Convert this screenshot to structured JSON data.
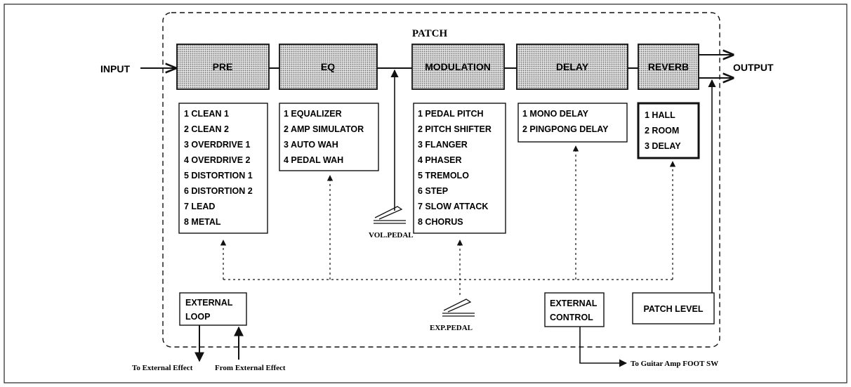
{
  "title": "PATCH",
  "input_label": "INPUT",
  "output_label": "OUTPUT",
  "blocks": {
    "pre": "PRE",
    "eq": "EQ",
    "modulation": "MODULATION",
    "delay": "DELAY",
    "reverb": "REVERB"
  },
  "lists": {
    "pre": [
      "1 CLEAN 1",
      "2 CLEAN 2",
      "3 OVERDRIVE 1",
      "4 OVERDRIVE 2",
      "5 DISTORTION 1",
      "6 DISTORTION 2",
      "7 LEAD",
      "8 METAL"
    ],
    "eq": [
      "1 EQUALIZER",
      "2 AMP SIMULATOR",
      "3 AUTO WAH",
      "4 PEDAL WAH"
    ],
    "modulation": [
      "1 PEDAL PITCH",
      "2 PITCH SHIFTER",
      "3 FLANGER",
      "4 PHASER",
      "5 TREMOLO",
      "6 STEP",
      "7 SLOW ATTACK",
      "8 CHORUS"
    ],
    "delay": [
      "1 MONO DELAY",
      "2 PINGPONG DELAY"
    ],
    "reverb": [
      "1 HALL",
      "2 ROOM",
      "3 DELAY"
    ]
  },
  "vol_pedal": "VOL.PEDAL",
  "exp_pedal": "EXP.PEDAL",
  "external_loop": [
    "EXTERNAL",
    "LOOP"
  ],
  "external_control": [
    "EXTERNAL",
    "CONTROL"
  ],
  "patch_level": "PATCH LEVEL",
  "to_external_effect": "To External Effect",
  "from_external_effect": "From External Effect",
  "to_foot_sw": "To Guitar Amp FOOT SW",
  "colors": {
    "line": "#111111",
    "block_fill": "#c9c9c9",
    "background": "#ffffff"
  }
}
